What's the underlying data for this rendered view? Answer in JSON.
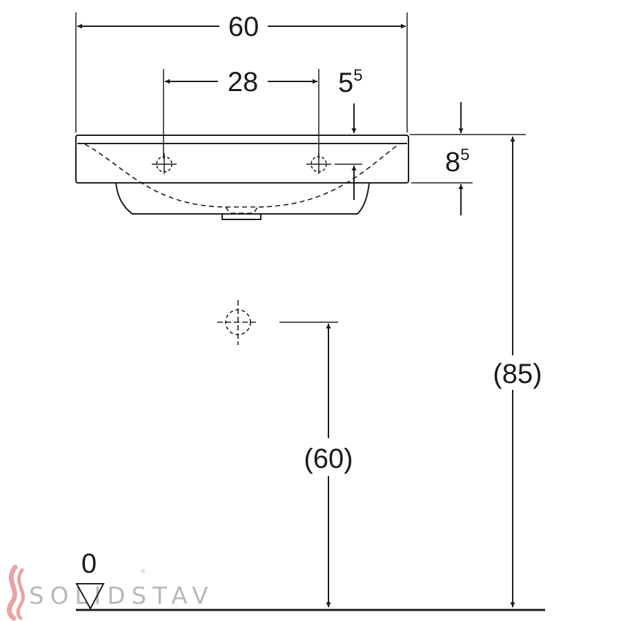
{
  "dimensions": {
    "overall_width": "60",
    "tap_hole_spacing": "28",
    "rim_offset_main": "5",
    "rim_offset_sup": "5",
    "rim_height_main": "8",
    "rim_height_sup": "5",
    "rim_height_from_floor": "(85)",
    "drain_height_from_floor": "(60)",
    "floor_level": "0"
  },
  "watermark": {
    "text": "SOLIDSTAV",
    "registered": "®"
  },
  "colors": {
    "line": "#1a1a1a",
    "watermark_logo": "#eba3a3",
    "watermark_text": "#b8b8b8"
  }
}
